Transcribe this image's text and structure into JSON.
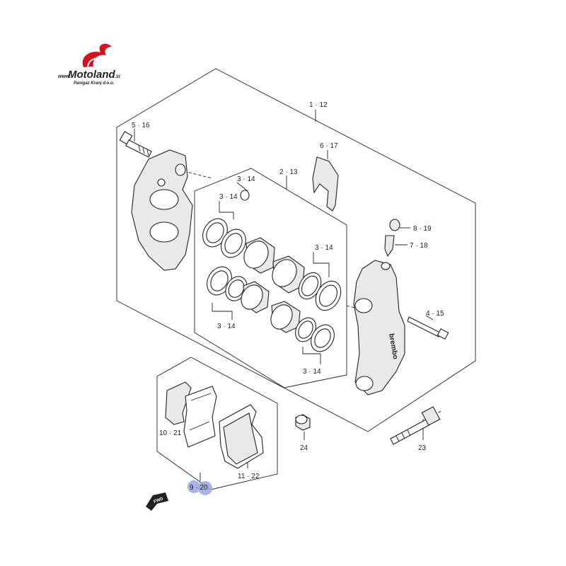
{
  "logo": {
    "name": "Motoland",
    "suffix": ".si",
    "www": "www.",
    "company": "Panigaz Kranj d.o.o.",
    "colors": {
      "red": "#d5111e",
      "dark": "#222222"
    }
  },
  "labels": {
    "l1": "1 · 12",
    "l2": "2 · 13",
    "l3a": "3 · 14",
    "l3b": "3 · 14",
    "l3c": "3 · 14",
    "l3d": "3 · 14",
    "l3e": "3 · 14",
    "l4": "4 · 15",
    "l5": "5 · 16",
    "l6": "6 · 17",
    "l7": "7 · 18",
    "l8": "8 · 19",
    "l9": "9 · 20",
    "l10": "10 · 21",
    "l11": "11 · 22",
    "l23": "23",
    "l24": "24",
    "fwd": "FWD",
    "brembo": "brembo"
  },
  "highlight_color": "#9aa6e2"
}
